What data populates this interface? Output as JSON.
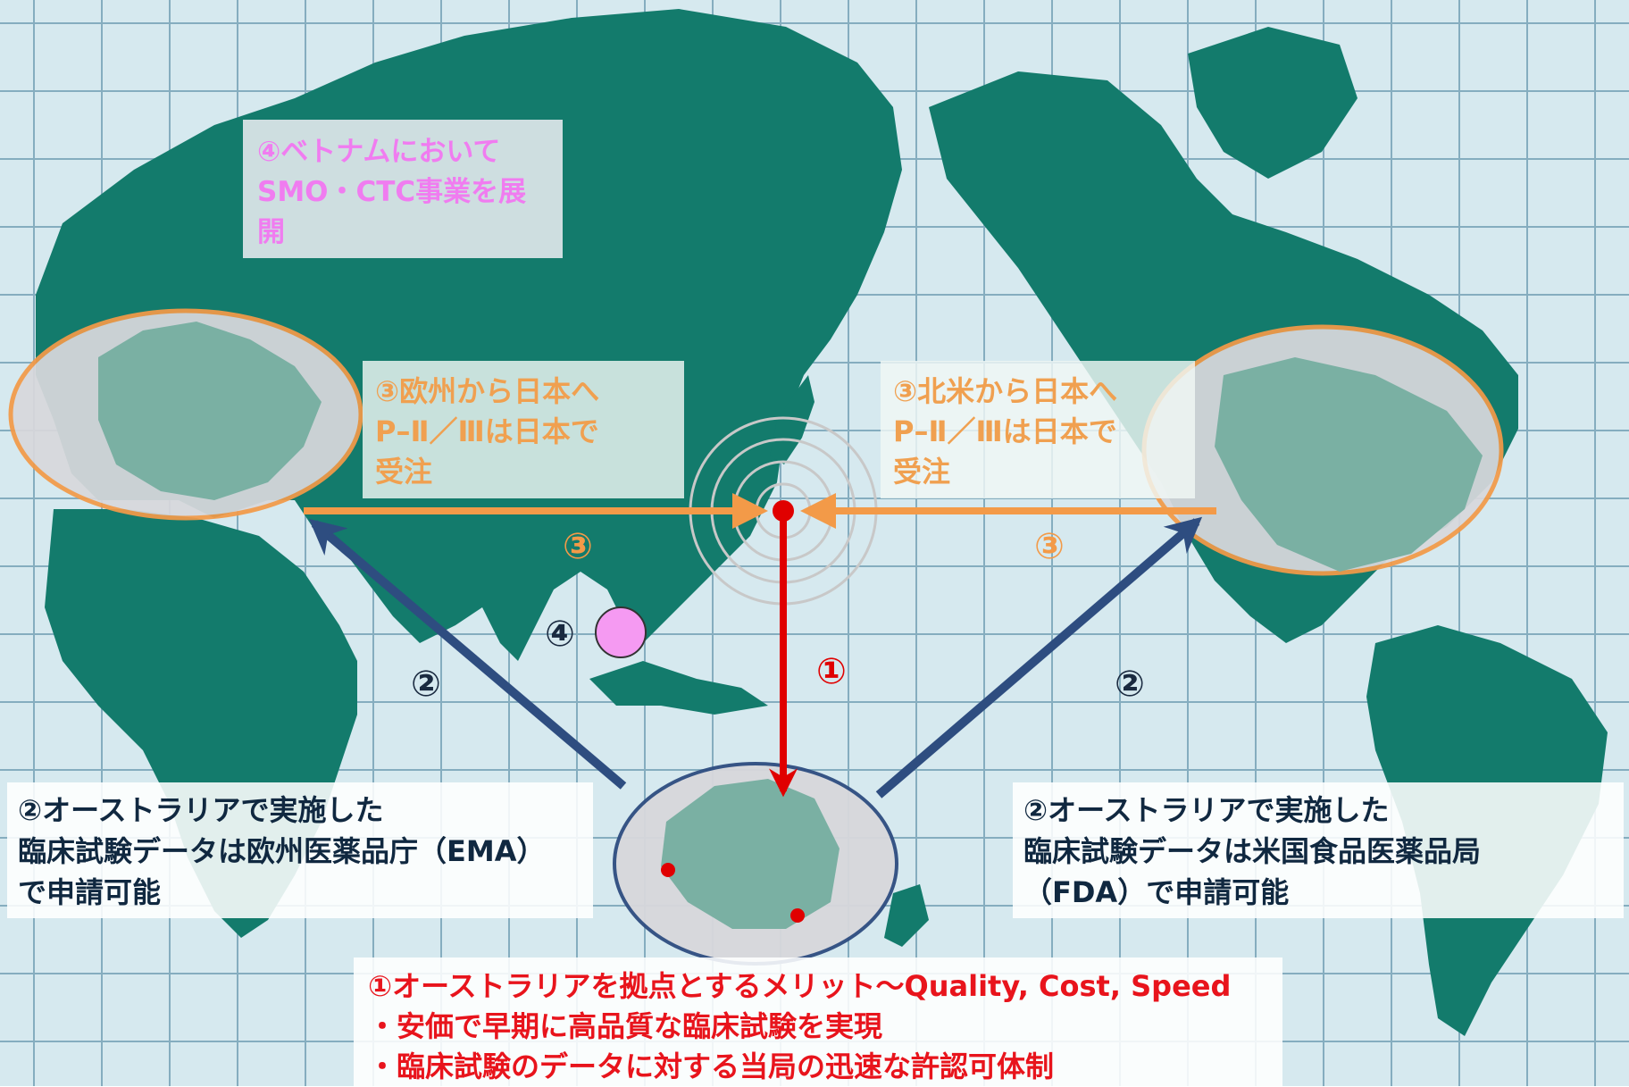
{
  "colors": {
    "ocean": "#d6e9ef",
    "grid": "#6a9ab0",
    "land": "#137b6c",
    "land_highlight": "#7ab0a3",
    "region_fill": "#d8d8dc",
    "orange": "#f39a48",
    "navy": "#2e4d80",
    "red": "#e00000",
    "vietnam_dot": "#f59af2"
  },
  "boxes": {
    "vietnam": "④ベトナムにおいて\nSMO・CTC事業を展\n開",
    "europe": "③欧州から日本へ\nP–Ⅱ／Ⅲは日本で\n受注",
    "north_america": "③北米から日本へ\nP–Ⅱ／Ⅲは日本で\n受注",
    "ema": "②オーストラリアで実施した\n臨床試験データは欧州医薬品庁（EMA）\nで申請可能",
    "fda": "②オーストラリアで実施した\n臨床試験データは米国食品医薬品局\n（FDA）で申請可能",
    "merits": "①オーストラリアを拠点とするメリット～Quality, Cost, Speed\n・安価で早期に高品質な臨床試験を実現\n・臨床試験のデータに対する当局の迅速な許認可体制"
  },
  "numbers": {
    "eu_route": "③",
    "na_route": "③",
    "vietnam": "④",
    "left_diag": "②",
    "right_diag": "②",
    "japan_to_aus": "①"
  }
}
